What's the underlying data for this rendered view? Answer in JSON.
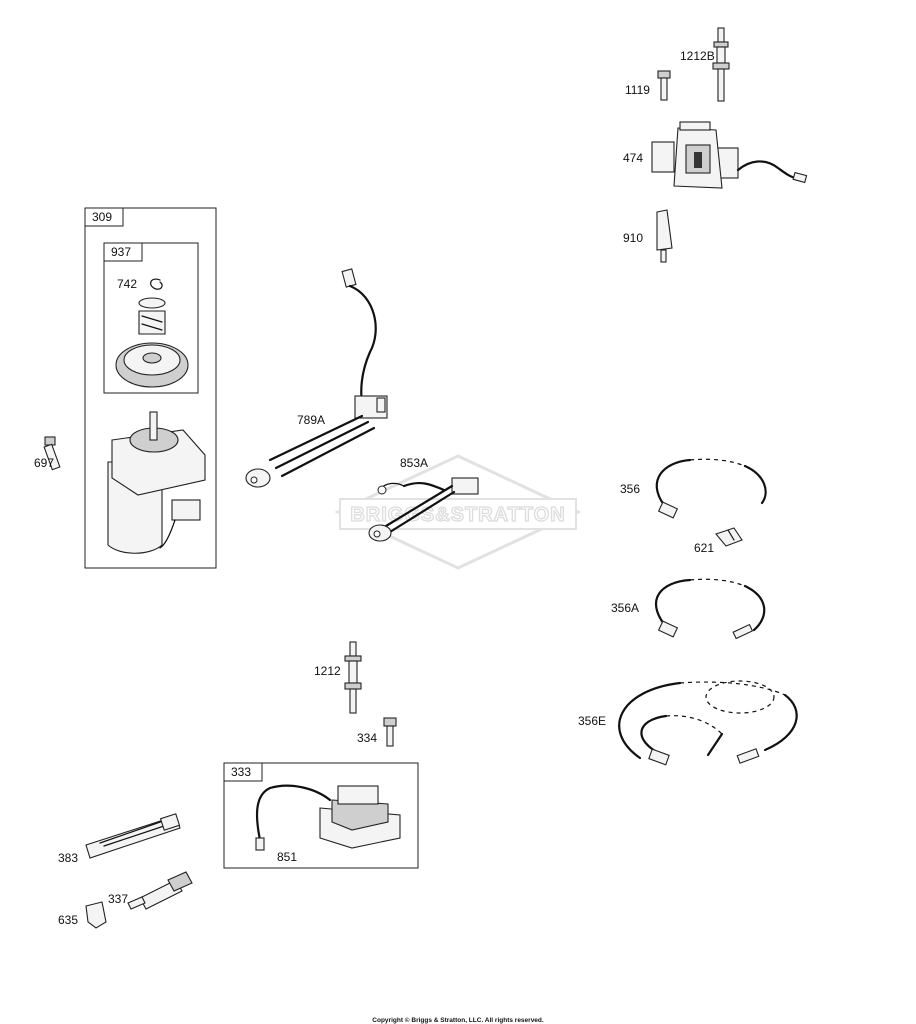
{
  "watermark": {
    "text": "BRIGGS&STRATTON"
  },
  "copyright": "Copyright © Briggs & Stratton, LLC. All rights reserved.",
  "boxes": {
    "starter_assembly": "309",
    "drive_kit": "937",
    "armature_kit": "333"
  },
  "labels": {
    "p1212b": "1212B",
    "p1119": "1119",
    "p474": "474",
    "p910": "910",
    "p742": "742",
    "p697": "697",
    "p789a": "789A",
    "p853a": "853A",
    "p356": "356",
    "p621": "621",
    "p356a": "356A",
    "p356e": "356E",
    "p1212": "1212",
    "p334": "334",
    "p851": "851",
    "p383": "383",
    "p337": "337",
    "p635": "635"
  }
}
